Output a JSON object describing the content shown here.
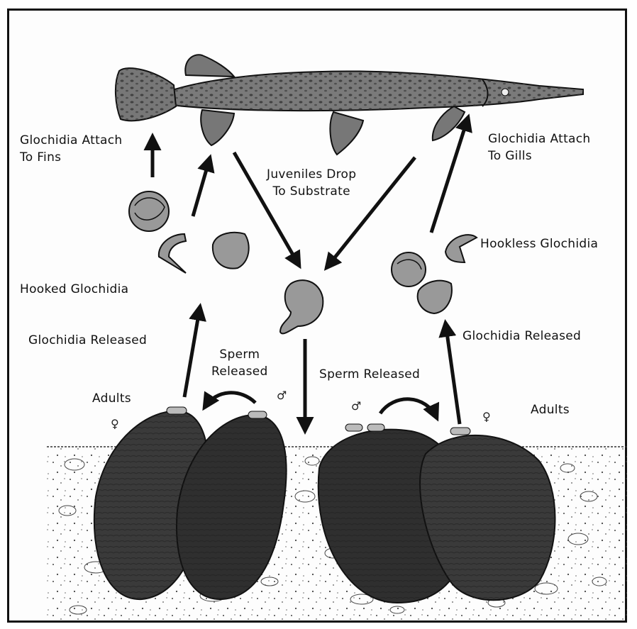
{
  "labels": {
    "attach_fins": [
      "Glochidia Attach",
      "To Fins"
    ],
    "attach_gills": [
      "Glochidia Attach",
      "To Gills"
    ],
    "juveniles": [
      "Juveniles Drop",
      "To Substrate"
    ],
    "hookless": "Hookless Glochidia",
    "hooked": "Hooked Glochidia",
    "released_left": "Glochidia Released",
    "released_right": "Glochidia Released",
    "sperm_left": [
      "Sperm",
      "Released"
    ],
    "sperm_right": "Sperm Released",
    "adults_left": "Adults",
    "adults_right": "Adults"
  },
  "symbols": {
    "male": "♂",
    "female": "♀"
  },
  "icons": [
    "gar-fish",
    "mussel",
    "glochidium"
  ]
}
